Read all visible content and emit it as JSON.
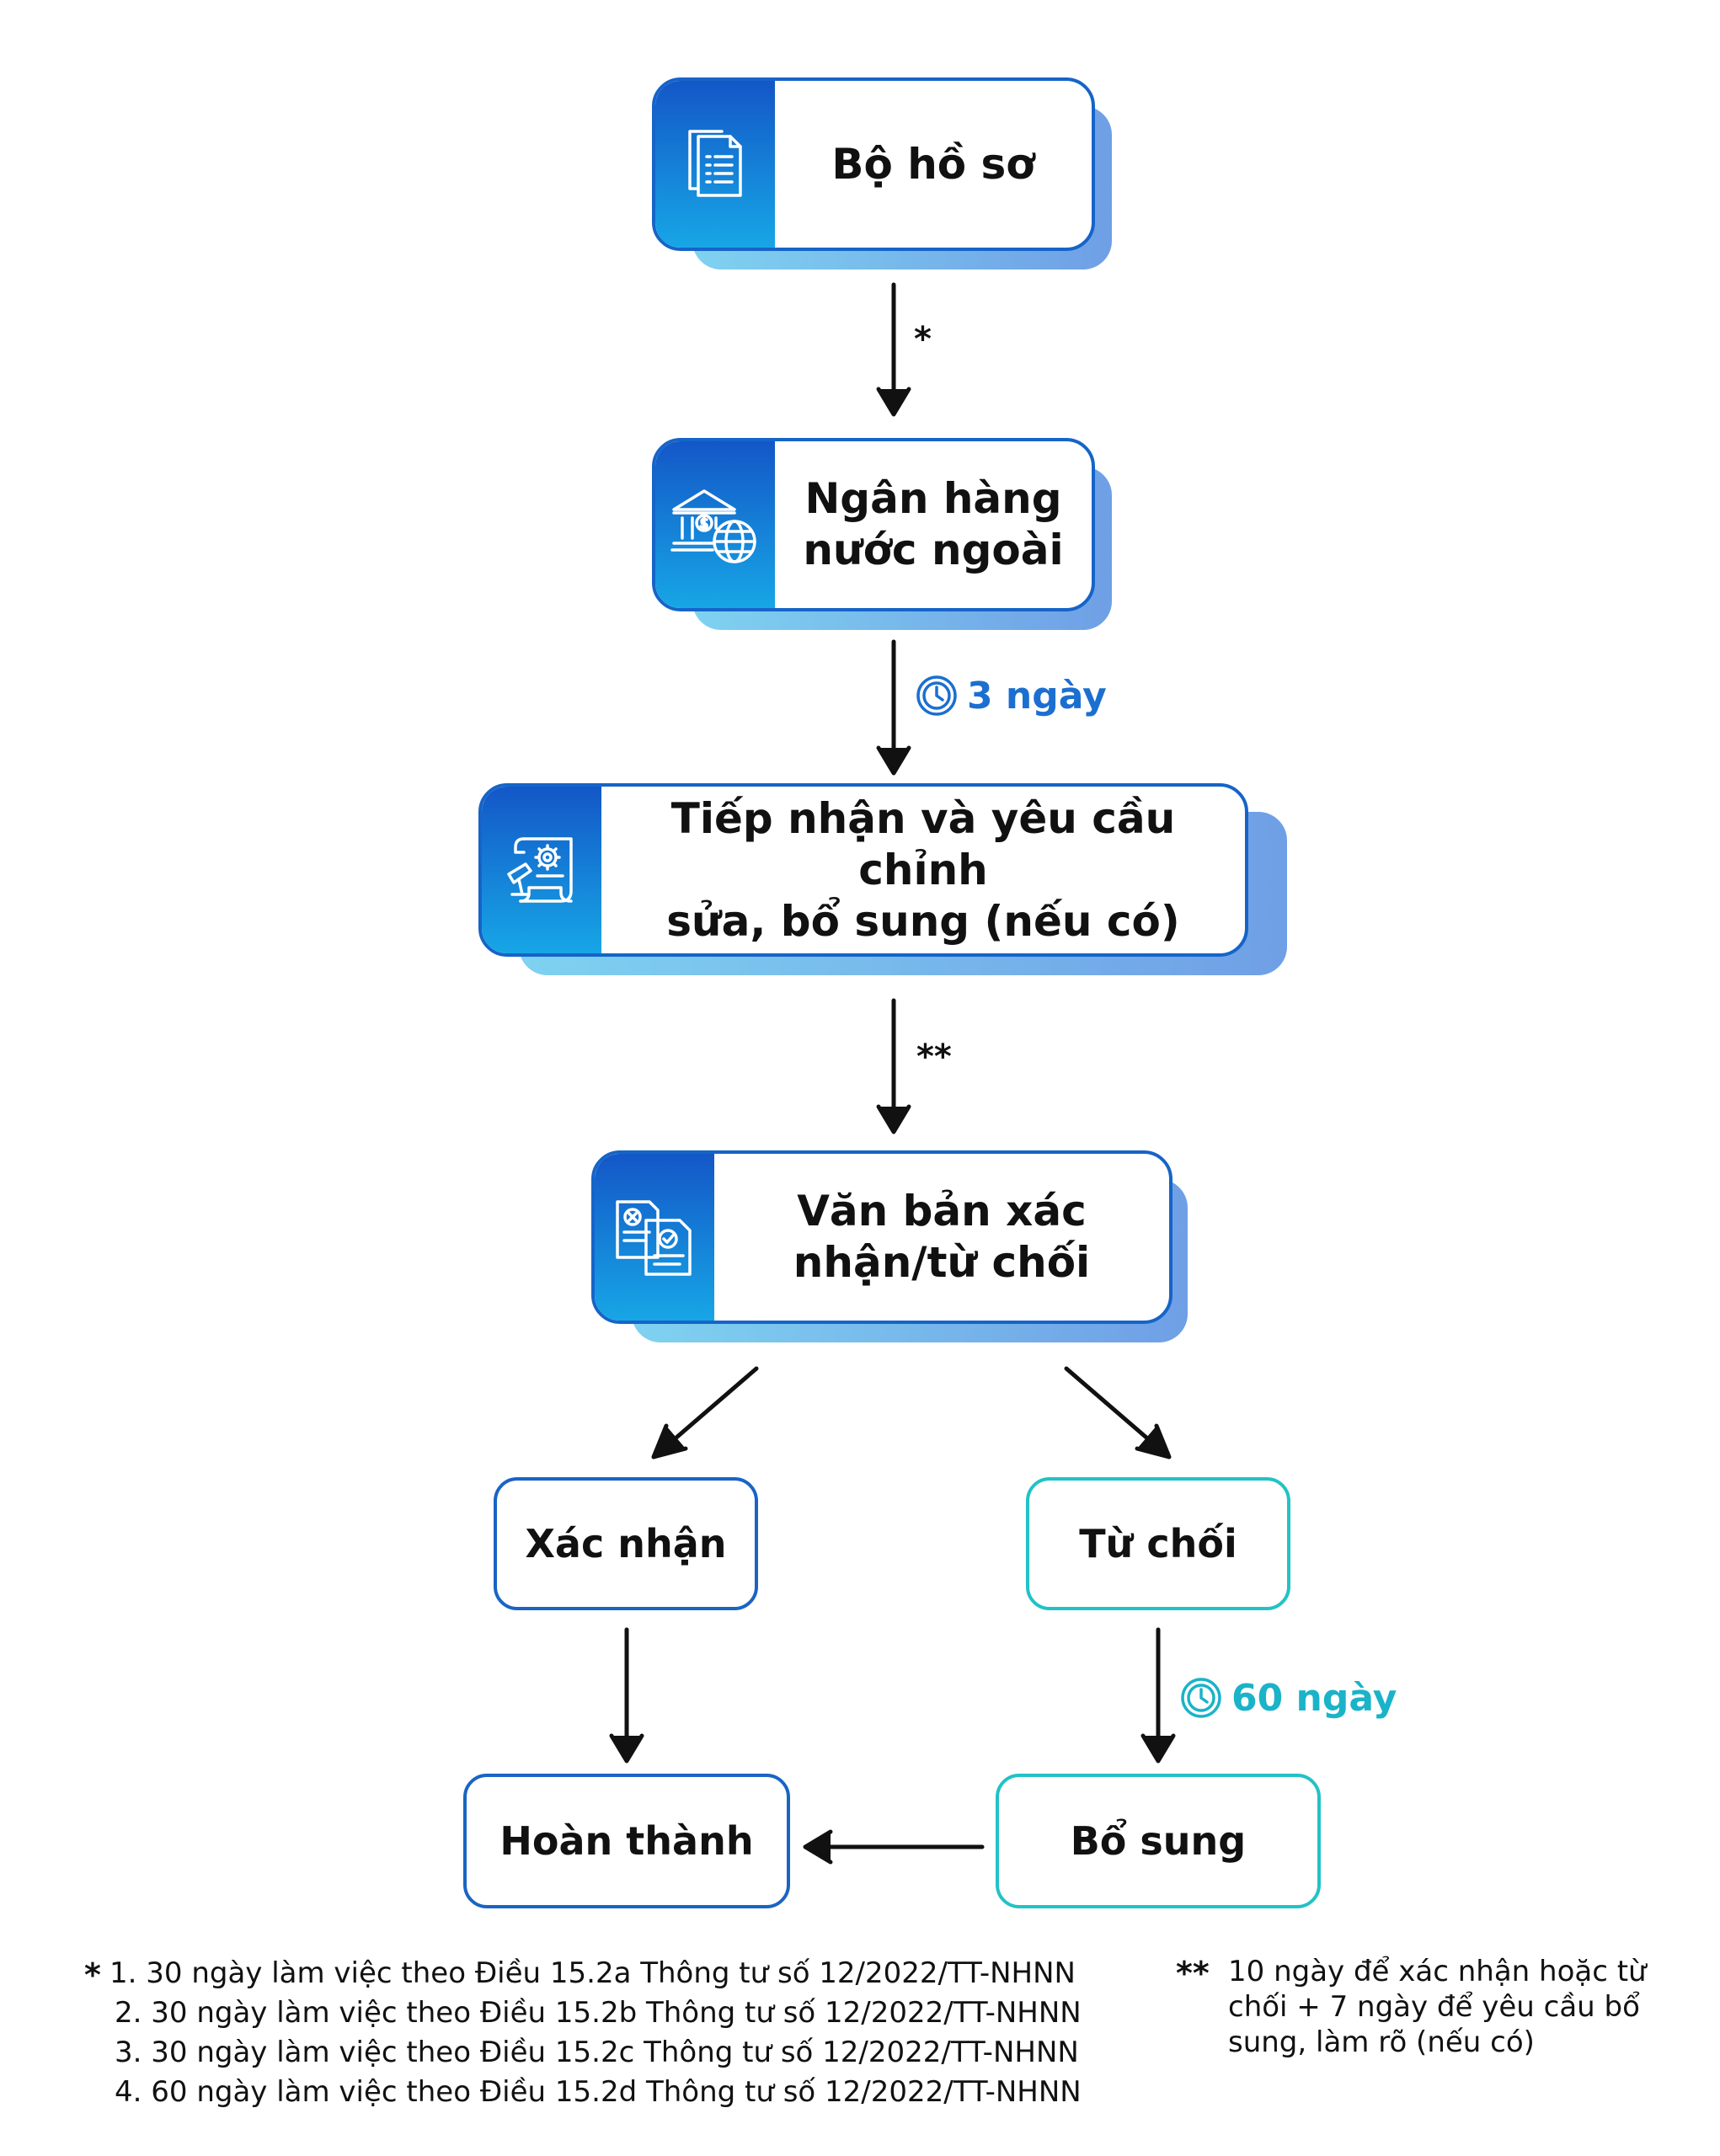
{
  "steps": {
    "dossier": {
      "label": "Bộ hồ sơ",
      "icon": "document-list-icon"
    },
    "foreign_bank": {
      "label_line1": "Ngân hàng",
      "label_line2": "nước ngoài",
      "icon": "bank-globe-icon"
    },
    "receive": {
      "label_line1": "Tiếp nhận và yêu cầu chỉnh",
      "label_line2": "sửa, bổ sung (nếu có)",
      "icon": "certificate-scroll-icon"
    },
    "document": {
      "label_line1": "Văn bản xác",
      "label_line2": "nhận/từ chối",
      "icon": "approve-reject-documents-icon"
    }
  },
  "outcomes": {
    "confirm": "Xác nhận",
    "reject": "Từ chối",
    "complete": "Hoàn thành",
    "supplement": "Bổ sung"
  },
  "markers": {
    "single": "*",
    "double": "**"
  },
  "durations": {
    "three_days": "3 ngày",
    "sixty_days": "60 ngày"
  },
  "footnotes": {
    "single_star": "*",
    "single_items": [
      "1. 30 ngày làm việc theo Điều 15.2a Thông tư số 12/2022/TT-NHNN",
      "2. 30 ngày làm việc theo Điều 15.2b Thông tư số 12/2022/TT-NHNN",
      "3. 30 ngày làm việc theo Điều 15.2c Thông tư số 12/2022/TT-NHNN",
      "4. 60 ngày làm việc theo Điều 15.2d Thông tư số 12/2022/TT-NHNN"
    ],
    "double_star": "**",
    "double_text_line1": "10 ngày để xác nhận hoặc từ",
    "double_text_line2": "chối + 7 ngày để yêu cầu bổ",
    "double_text_line3": "sung, làm rõ (nếu có)"
  },
  "colors": {
    "primary_blue": "#1664c8",
    "teal": "#22c2c6",
    "duration_blue": "#1b6fd0",
    "duration_teal": "#1ab3c8"
  }
}
